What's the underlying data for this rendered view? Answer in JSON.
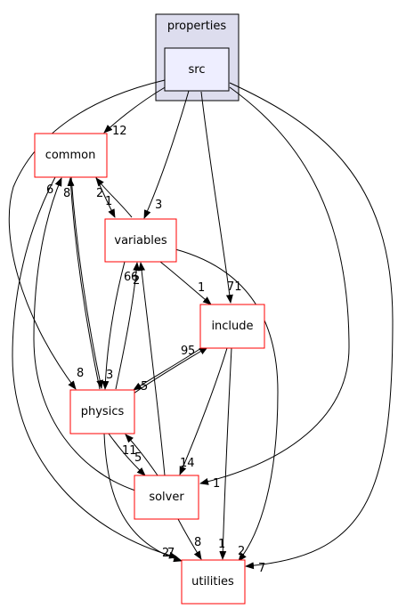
{
  "cluster": {
    "label": "properties",
    "fill": "#ddddee",
    "stroke": "#000000"
  },
  "nodes": {
    "src": {
      "label": "src",
      "fill": "#eeeeff",
      "stroke": "#000000"
    },
    "common": {
      "label": "common",
      "fill": "#ffffff",
      "stroke": "#ff0000"
    },
    "variables": {
      "label": "variables",
      "fill": "#ffffff",
      "stroke": "#ff0000"
    },
    "include": {
      "label": "include",
      "fill": "#ffffff",
      "stroke": "#ff0000"
    },
    "physics": {
      "label": "physics",
      "fill": "#ffffff",
      "stroke": "#ff0000"
    },
    "solver": {
      "label": "solver",
      "fill": "#ffffff",
      "stroke": "#ff0000"
    },
    "utilities": {
      "label": "utilities",
      "fill": "#ffffff",
      "stroke": "#ff0000"
    }
  },
  "edge_labels": {
    "src_common": "12",
    "src_variables": "3",
    "src_include": "71",
    "src_solver": "1",
    "src_utilities": "7",
    "src_physics": "8",
    "common_variables": "1",
    "variables_common": "2",
    "common_physics": "3",
    "common_utilities": "2",
    "physics_common": "8",
    "solver_common": "6",
    "variables_include": "1",
    "variables_physics": "2",
    "variables_utilities": "2",
    "physics_variables": "6",
    "solver_variables": "6",
    "include_physics": "5",
    "physics_include": "9",
    "solver_include": "5",
    "include_solver": "14",
    "include_utilities": "1",
    "physics_solver": "11",
    "solver_physics": "5",
    "physics_utilities": "7",
    "solver_utilities": "8"
  }
}
